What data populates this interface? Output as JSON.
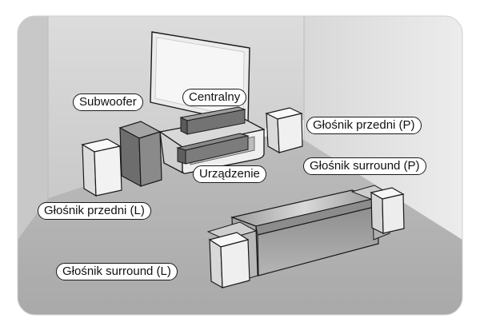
{
  "diagram": {
    "labels": {
      "subwoofer": "Subwoofer",
      "center": "Centralny",
      "front_right": "Głośnik przedni (P)",
      "surround_right": "Głośnik surround (P)",
      "device": "Urządzenie",
      "front_left": "Głośnik przedni (L)",
      "surround_left": "Głośnik surround (L)"
    },
    "colors": {
      "floor": "#b1b1b1",
      "back_wall": "#d2d2d2",
      "right_wall": "#e2e2e2",
      "left_wall": "#c6c6c6",
      "speaker_light": "#efefef",
      "speaker_side": "#9a9a9a",
      "subwoofer": "#7a7a7a",
      "outline": "#1a1a1a"
    }
  }
}
